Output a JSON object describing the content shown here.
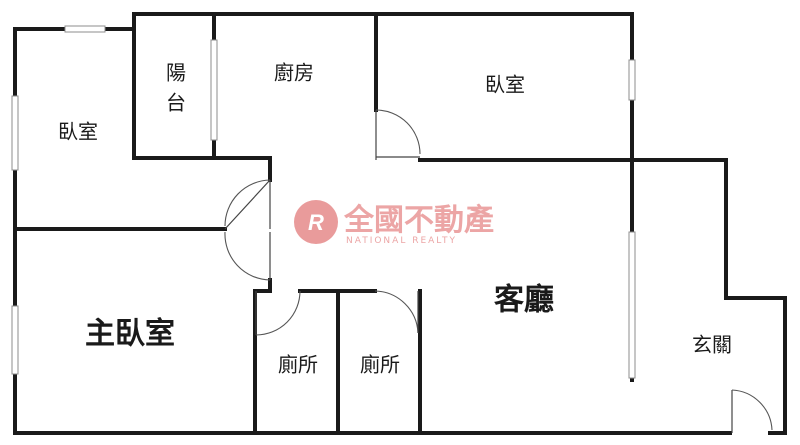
{
  "rooms": {
    "bedroom_left": "臥室",
    "balcony_line1": "陽",
    "balcony_line2": "台",
    "kitchen": "廚房",
    "bedroom_right": "臥室",
    "master_bedroom": "主臥室",
    "living_room": "客廳",
    "bathroom_1": "廁所",
    "bathroom_2": "廁所",
    "entrance": "玄關"
  },
  "watermark": {
    "logo_letters": "R",
    "brand_text": "全國不動產",
    "brand_subtext": "NATIONAL REALTY"
  },
  "colors": {
    "wall": "#1a1a1a",
    "watermark": "#e68a8a"
  }
}
